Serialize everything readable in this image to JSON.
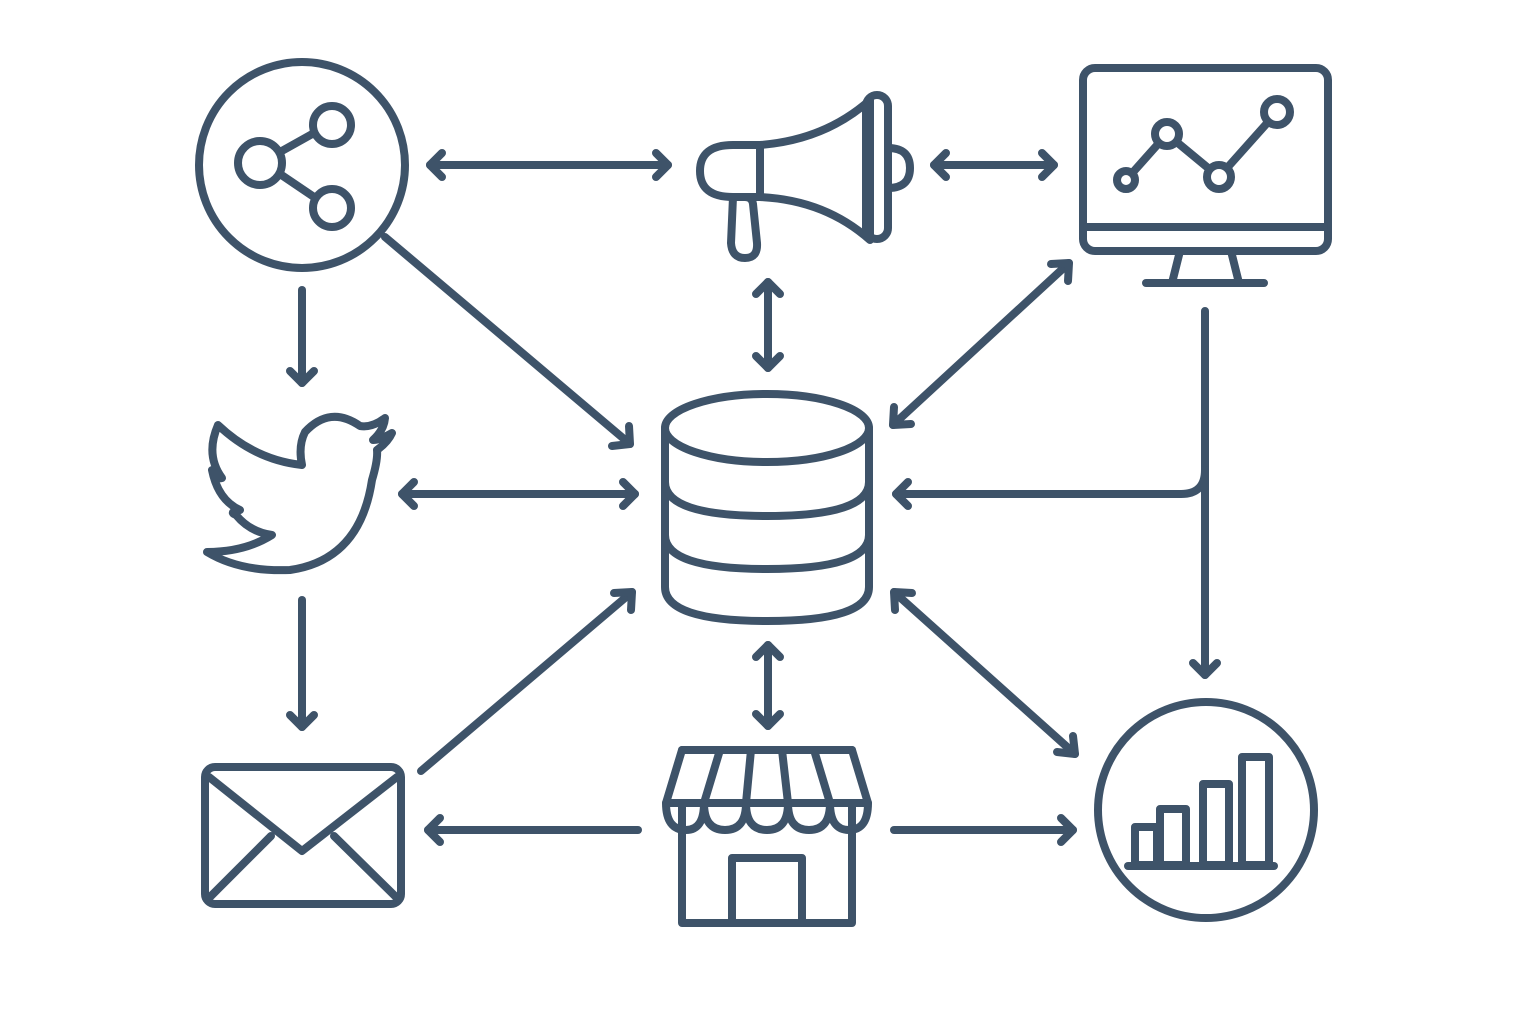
{
  "colors": {
    "stroke": "#3e5369",
    "background": "#ffffff"
  },
  "nodes": [
    {
      "id": "share",
      "icon": "share-icon"
    },
    {
      "id": "megaphone",
      "icon": "megaphone-icon"
    },
    {
      "id": "monitor",
      "icon": "monitor-line-chart-icon"
    },
    {
      "id": "bird",
      "icon": "twitter-bird-icon"
    },
    {
      "id": "database",
      "icon": "database-icon"
    },
    {
      "id": "email",
      "icon": "envelope-icon"
    },
    {
      "id": "store",
      "icon": "storefront-icon"
    },
    {
      "id": "bar-chart",
      "icon": "bar-chart-circle-icon"
    }
  ],
  "connections": [
    {
      "from": "share",
      "to": "megaphone",
      "direction": "both"
    },
    {
      "from": "megaphone",
      "to": "monitor",
      "direction": "both"
    },
    {
      "from": "megaphone",
      "to": "database",
      "direction": "both"
    },
    {
      "from": "share",
      "to": "database",
      "direction": "forward"
    },
    {
      "from": "share",
      "to": "bird",
      "direction": "forward"
    },
    {
      "from": "bird",
      "to": "database",
      "direction": "both"
    },
    {
      "from": "bird",
      "to": "email",
      "direction": "forward"
    },
    {
      "from": "monitor",
      "to": "database",
      "direction": "both"
    },
    {
      "from": "monitor",
      "to": "database",
      "direction": "forward"
    },
    {
      "from": "monitor",
      "to": "bar-chart",
      "direction": "forward"
    },
    {
      "from": "email",
      "to": "database",
      "direction": "forward"
    },
    {
      "from": "database",
      "to": "store",
      "direction": "both"
    },
    {
      "from": "database",
      "to": "bar-chart",
      "direction": "both"
    },
    {
      "from": "store",
      "to": "email",
      "direction": "forward"
    },
    {
      "from": "store",
      "to": "bar-chart",
      "direction": "forward"
    }
  ]
}
